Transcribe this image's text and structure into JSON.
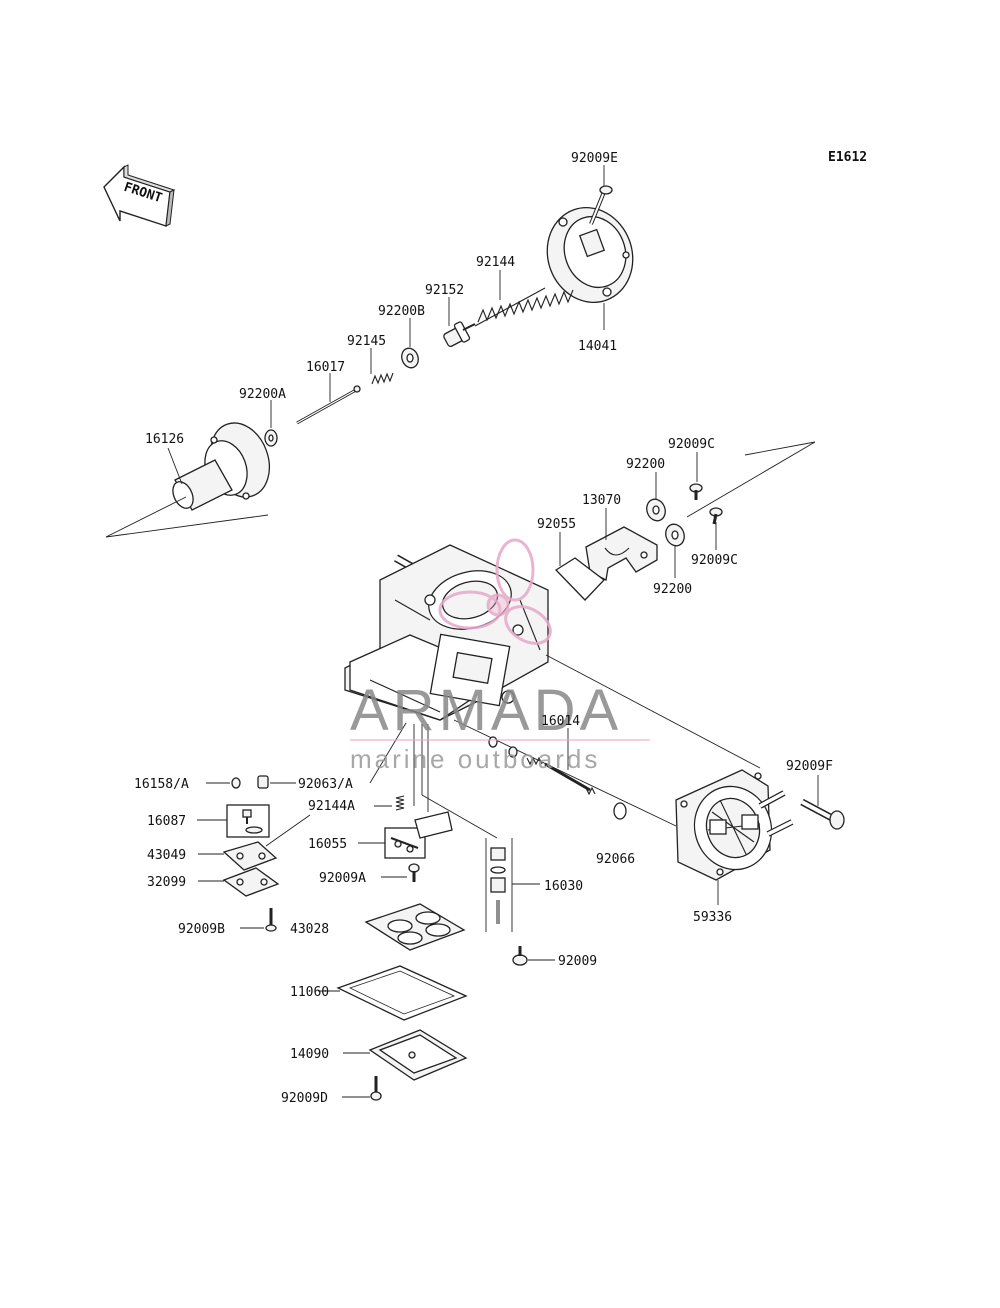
{
  "diagram_code": "E1612",
  "front_label": "FRONT",
  "watermark": {
    "brand": "ARMADA",
    "tagline": "marine outboards",
    "accent": "#e6a8c8"
  },
  "parts": {
    "p92009E": "92009E",
    "p14041": "14041",
    "p92144": "92144",
    "p92152": "92152",
    "p92200B": "92200B",
    "p92145": "92145",
    "p16017": "16017",
    "p92200A": "92200A",
    "p16126": "16126",
    "p92009C_1": "92009C",
    "p92200_1": "92200",
    "p13070": "13070",
    "p92055": "92055",
    "p92009C_2": "92009C",
    "p92200_2": "92200",
    "p16014": "16014",
    "p92009F": "92009F",
    "p16158A": "16158/A",
    "p92063A": "92063/A",
    "p92144A": "92144A",
    "p16087": "16087",
    "p16055": "16055",
    "p43049": "43049",
    "p92066": "92066",
    "p32099": "32099",
    "p92009A": "92009A",
    "p16030": "16030",
    "p59336": "59336",
    "p92009B": "92009B",
    "p43028": "43028",
    "p92009": "92009",
    "p11060": "11060",
    "p14090": "14090",
    "p92009D": "92009D"
  }
}
